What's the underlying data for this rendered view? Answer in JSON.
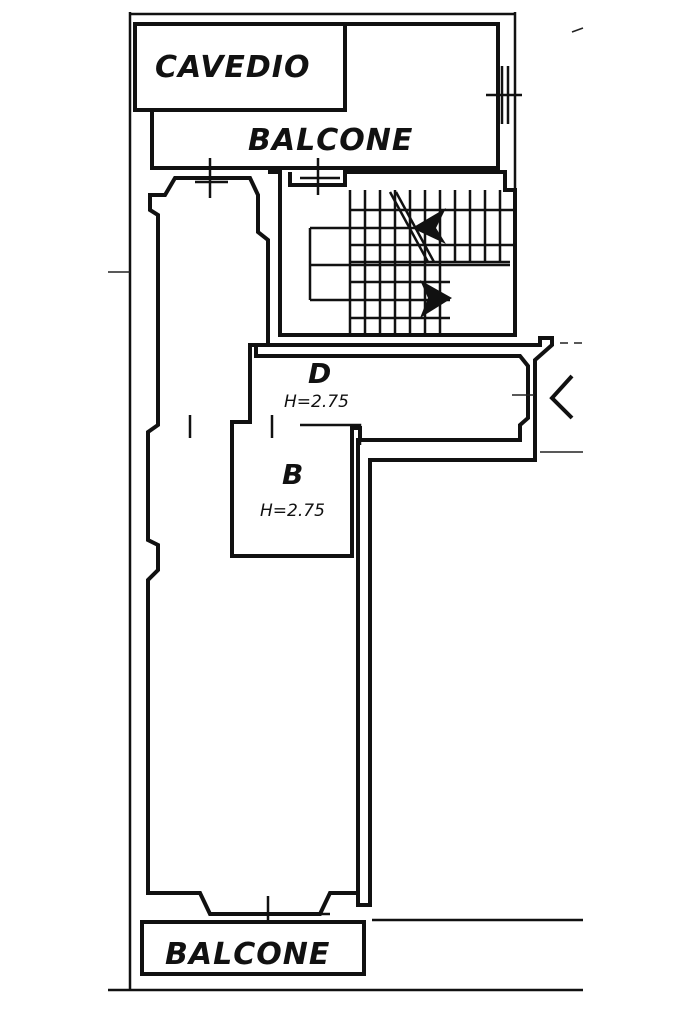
{
  "labels": {
    "cavedio": "CAVEDIO",
    "balcone_top": "BALCONE",
    "balcone_bottom": "BALCONE",
    "room_d": "D",
    "room_d_height": "H=2.75",
    "room_b": "B",
    "room_b_height": "H=2.75"
  },
  "icons": {
    "stair_arrow_up": "filled-arrowhead-icon",
    "stair_arrow_down": "filled-arrowhead-icon",
    "entrance_marker": "chevron-left-icon"
  },
  "colors": {
    "ink": "#111111",
    "paper": "#ffffff"
  }
}
